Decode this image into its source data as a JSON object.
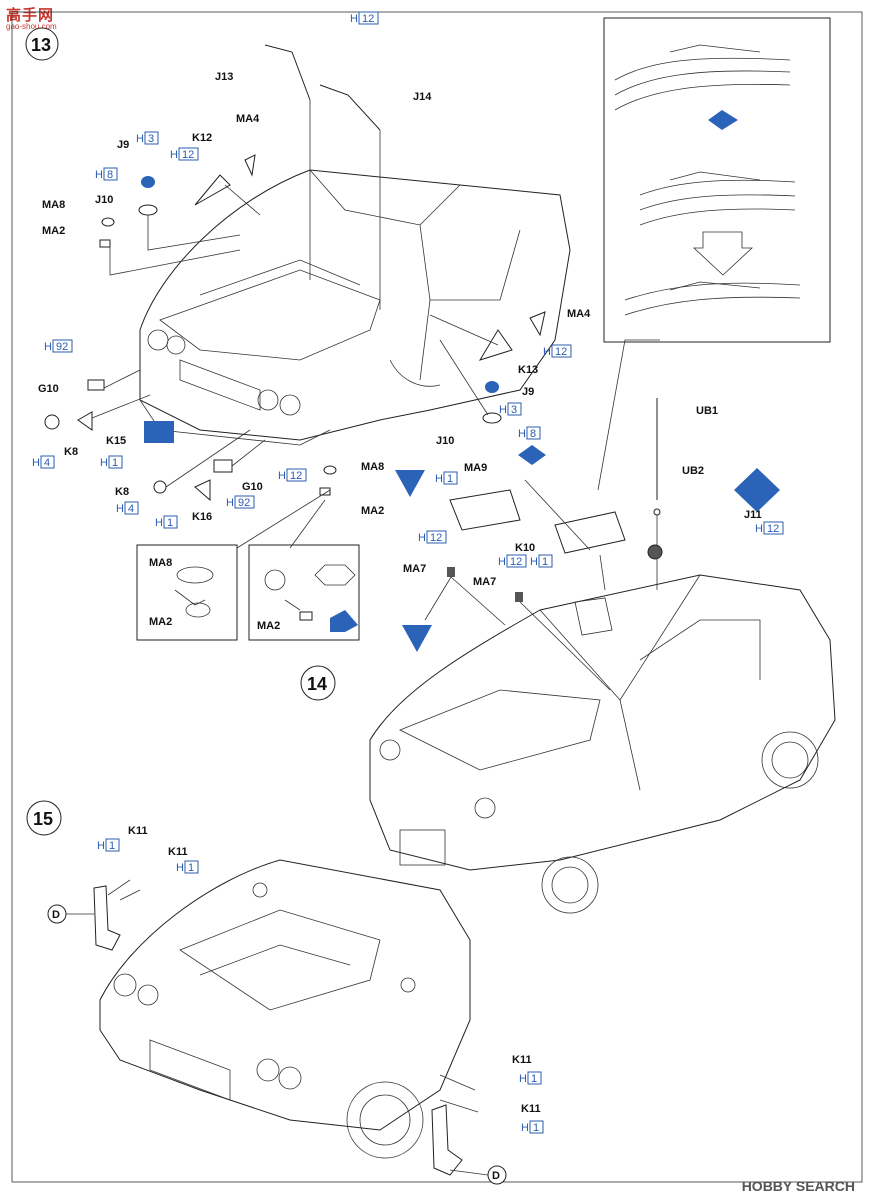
{
  "watermark": {
    "main": "高手网",
    "sub": "gao-shou.com"
  },
  "footer": {
    "logo_text": "HOBBY SEARCH"
  },
  "colors": {
    "accent": "#2b63b8",
    "hcode": "#2a5db0",
    "ink": "#222222"
  },
  "steps": {
    "s13": "13",
    "s14": "14",
    "s15": "15"
  },
  "labels": {
    "J13": "J13",
    "J14": "J14",
    "J9a": "J9",
    "J10a": "J10",
    "K12": "K12",
    "MA4a": "MA4",
    "MA8a": "MA8",
    "MA2a": "MA2",
    "G10a": "G10",
    "K8a": "K8",
    "K15": "K15",
    "K8b": "K8",
    "K16": "K16",
    "G10b": "G10",
    "MA4b": "MA4",
    "K13": "K13",
    "J9b": "J9",
    "J10b": "J10",
    "MA8b": "MA8",
    "MA2b": "MA2",
    "MA8c": "MA8",
    "MA2c": "MA2",
    "MA2d": "MA2",
    "MA9": "MA9",
    "K10": "K10",
    "MA7a": "MA7",
    "MA7b": "MA7",
    "UB1": "UB1",
    "UB2": "UB2",
    "J11": "J11",
    "K11a": "K11",
    "K11b": "K11",
    "K11c": "K11",
    "K11d": "K11",
    "Da": "D",
    "Db": "D"
  },
  "hcodes": {
    "h12a": "12",
    "h3a": "3",
    "h12b": "12",
    "h8a": "8",
    "h92a": "92",
    "h4a": "4",
    "h1a": "1",
    "h12c": "12",
    "h4b": "4",
    "h1b": "1",
    "h92b": "92",
    "h12d": "12",
    "h3b": "3",
    "h8b": "8",
    "h1c": "1",
    "h12e": "12",
    "h12f": "12",
    "h1d": "1",
    "h12g": "12",
    "h1e": "1",
    "h1f": "1",
    "h1g": "1",
    "h1h": "1"
  },
  "hprefix": "H"
}
